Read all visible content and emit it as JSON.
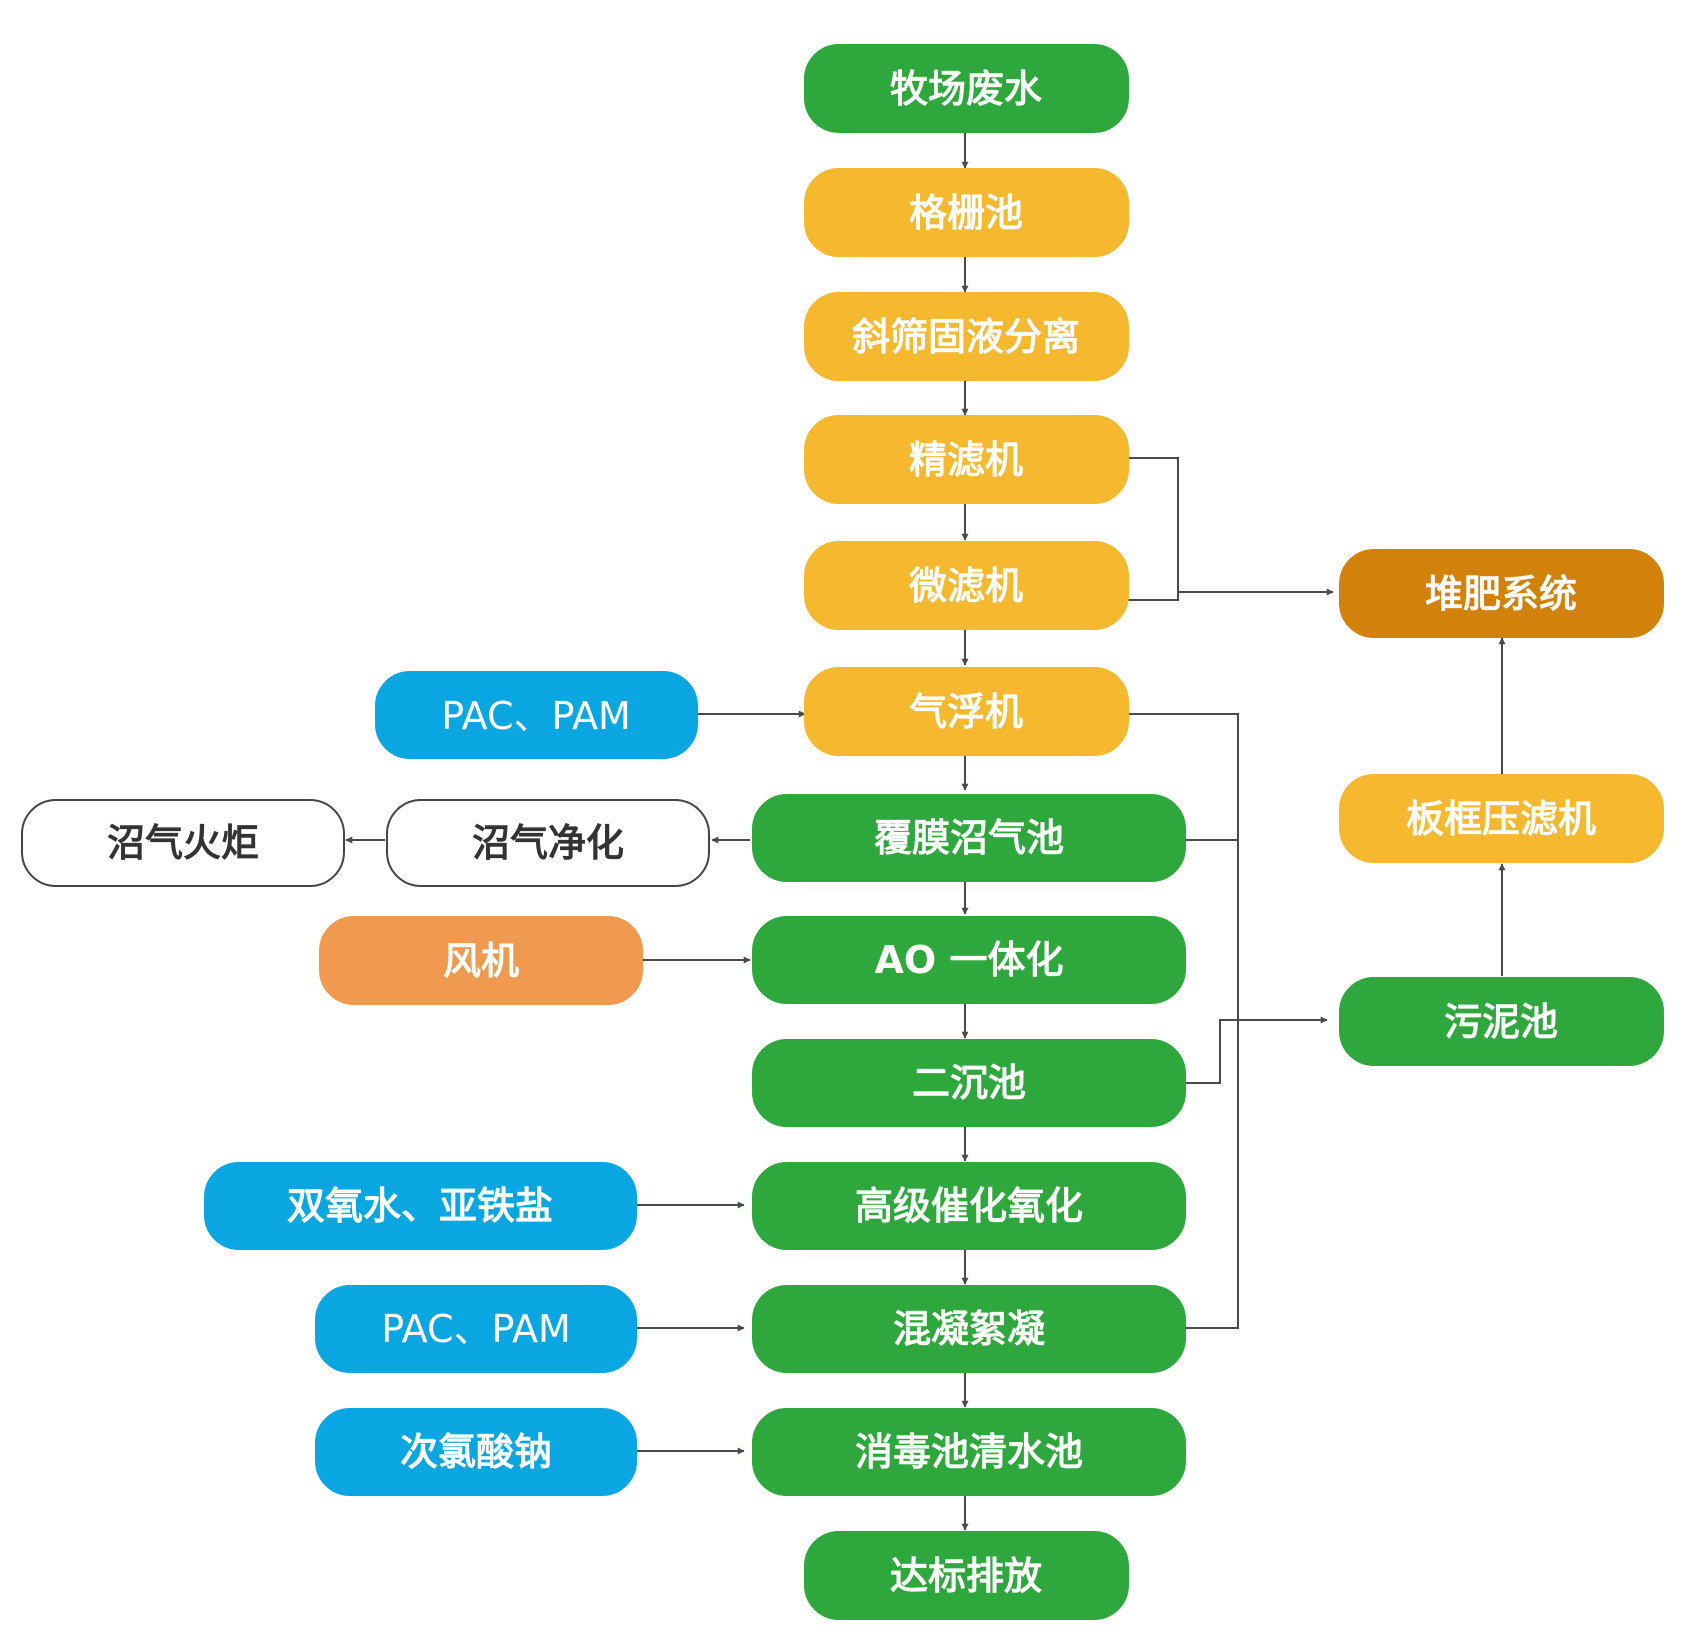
{
  "colors": {
    "green": "#2ea83c",
    "yellow": "#f5b82e",
    "blue": "#09a6e2",
    "orange": "#f09a4f",
    "brown": "#d2820a",
    "outline": "#444444",
    "white": "#ffffff",
    "dark_text": "#333333",
    "line": "#4a4a4a"
  },
  "nodes": {
    "wastewater": "牧场废水",
    "grille_tank": "格栅池",
    "screen_separator": "斜筛固液分离",
    "fine_filter": "精滤机",
    "micro_filter": "微滤机",
    "compost_system": "堆肥系统",
    "chem_pac_pam_1": "PAC、PAM",
    "air_flotation": "气浮机",
    "biogas_torch": "沼气火炬",
    "biogas_purification": "沼气净化",
    "covered_biogas_tank": "覆膜沼气池",
    "plate_frame_press": "板框压滤机",
    "blower": "风机",
    "ao_integrated": "AO 一体化",
    "sludge_tank": "污泥池",
    "secondary_clarifier": "二沉池",
    "chem_peroxide_ferrous": "双氧水、亚铁盐",
    "advanced_catalytic_oxidation": "高级催化氧化",
    "chem_pac_pam_2": "PAC、PAM",
    "coagulation_flocculation": "混凝絮凝",
    "chem_hypochlorite": "次氯酸钠",
    "disinfection_clear_tank": "消毒池清水池",
    "compliant_discharge": "达标排放"
  }
}
